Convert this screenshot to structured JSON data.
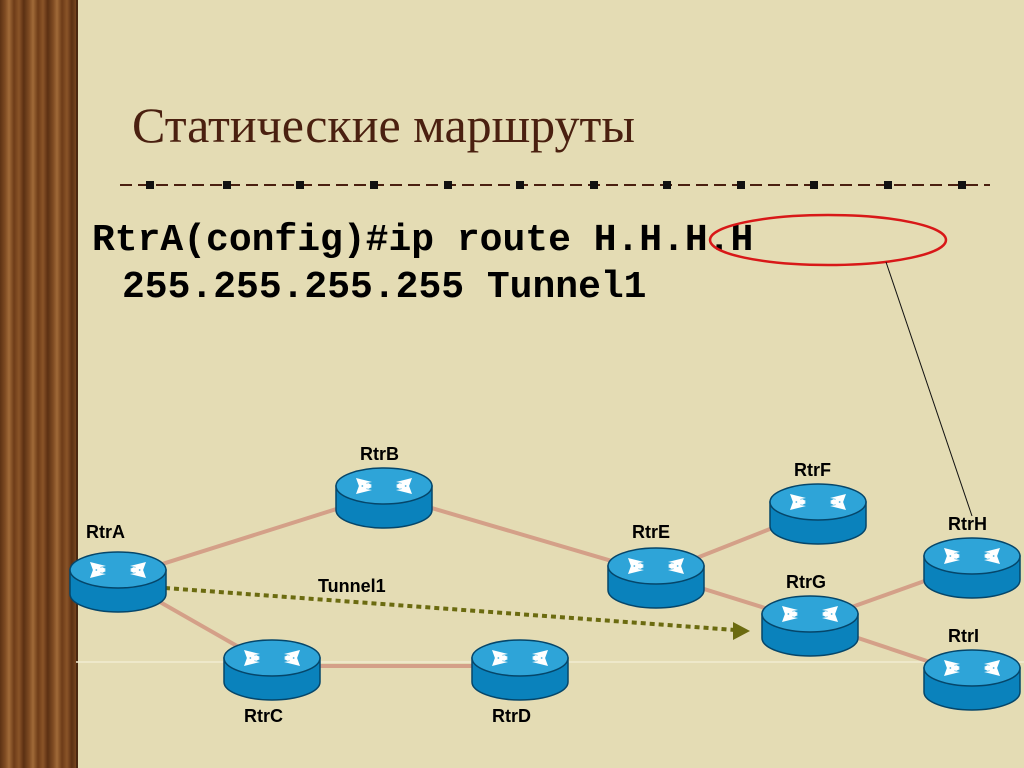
{
  "slide": {
    "title": "Статические маршруты",
    "command": {
      "prefix": "RtrA(config)#ip route ",
      "host": "H.H.H.H",
      "line2": "255.255.255.255 Tunnel1"
    },
    "tunnel_label": "Tunnel1",
    "routers": [
      {
        "id": "a",
        "label": "RtrA"
      },
      {
        "id": "b",
        "label": "RtrB"
      },
      {
        "id": "c",
        "label": "RtrC"
      },
      {
        "id": "d",
        "label": "RtrD"
      },
      {
        "id": "e",
        "label": "RtrE"
      },
      {
        "id": "f",
        "label": "RtrF"
      },
      {
        "id": "g",
        "label": "RtrG"
      },
      {
        "id": "h",
        "label": "RtrH"
      },
      {
        "id": "i",
        "label": "RtrI"
      }
    ],
    "links": [
      [
        "a",
        "b"
      ],
      [
        "a",
        "c"
      ],
      [
        "c",
        "d"
      ],
      [
        "b",
        "e"
      ],
      [
        "e",
        "f"
      ],
      [
        "e",
        "g"
      ],
      [
        "g",
        "h"
      ],
      [
        "g",
        "i"
      ]
    ],
    "colors": {
      "link": "#d4a088",
      "router_top": "#2ea4d8",
      "router_body": "#0a82bc",
      "tunnel": "#6b6b10",
      "highlight": "#d81818",
      "title": "#4a2010"
    }
  }
}
